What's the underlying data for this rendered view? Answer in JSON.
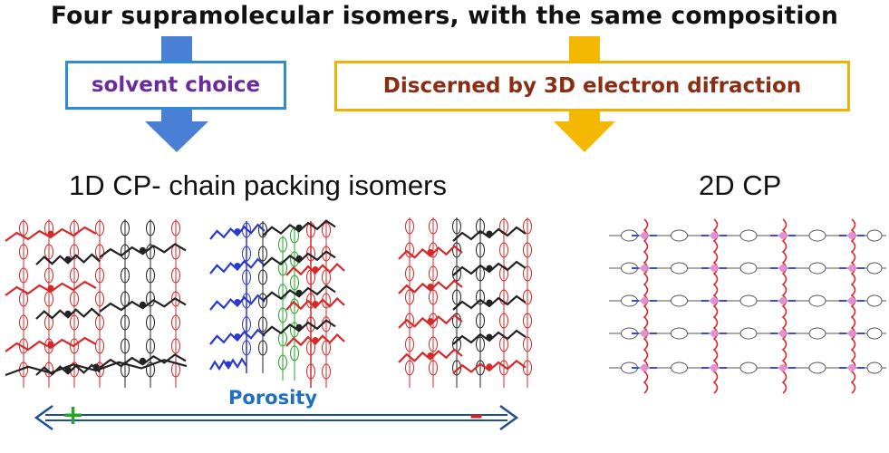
{
  "title": "Four supramolecular isomers, with the same composition",
  "boxes": {
    "solvent": "solvent choice",
    "diffraction": "Discerned by 3D electron difraction"
  },
  "subtitles": {
    "one_d": "1D CP- chain packing isomers",
    "two_d": "2D CP"
  },
  "porosity": {
    "label": "Porosity",
    "plus": "+",
    "minus": "–"
  },
  "colors": {
    "blue_arrow": "#4a7fd6",
    "orange_arrow": "#f5b800",
    "porosity_arrow": "#1f4e99",
    "red_chain": "#d62828",
    "black_chain": "#222222",
    "blue_chain": "#2a3ad0",
    "green_chain": "#2aa32a"
  }
}
